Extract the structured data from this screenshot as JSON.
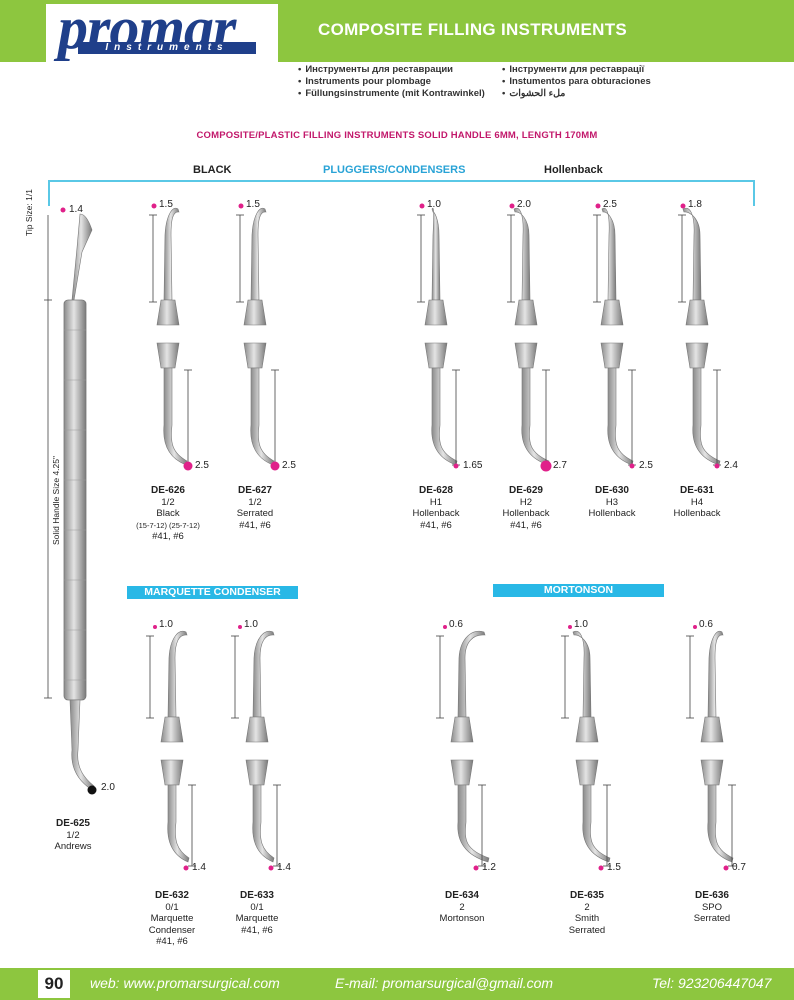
{
  "header": {
    "logo_main": "promar",
    "logo_sub": "Instruments",
    "title": "COMPOSITE FILLING INSTRUMENTS"
  },
  "languages": [
    "Инструменты для реставрации",
    "Instruments pour plombage",
    "Füllungsinstrumente (mit Kontrawinkel)",
    "Інструменти для реставрації",
    "Instumentos para obturaciones",
    "ملء الحشوات"
  ],
  "subtitle": "COMPOSITE/PLASTIC FILLING INSTRUMENTS SOLID HANDLE 6MM, LENGTH 170MM",
  "sections": {
    "black": "BLACK",
    "pluggers": "PLUGGERS/CONDENSERS",
    "hollenback": "Hollenback",
    "marquette": "MARQUETTE CONDENSER",
    "mortonson": "MORTONSON"
  },
  "handle": {
    "tip_size": "Tip Size: 1/1",
    "handle_size": "Solid Handle Size 4.25\"",
    "top_measure": "1.4",
    "bottom_measure": "2.0",
    "code": "DE-625",
    "size": "1/2",
    "name": "Andrews"
  },
  "instruments_row1": [
    {
      "code": "DE-626",
      "size": "1/2",
      "name": "Black",
      "extra": "(15-7-12) (25-7-12)",
      "tips": "#41, #6",
      "top": "1.5",
      "bottom": "2.5"
    },
    {
      "code": "DE-627",
      "size": "1/2",
      "name": "Serrated",
      "extra": "",
      "tips": "#41, #6",
      "top": "1.5",
      "bottom": "2.5"
    },
    {
      "code": "DE-628",
      "size": "H1",
      "name": "Hollenback",
      "extra": "",
      "tips": "#41, #6",
      "top": "1.0",
      "bottom": "1.65"
    },
    {
      "code": "DE-629",
      "size": "H2",
      "name": "Hollenback",
      "extra": "",
      "tips": "#41, #6",
      "top": "2.0",
      "bottom": "2.7"
    },
    {
      "code": "DE-630",
      "size": "H3",
      "name": "Hollenback",
      "extra": "",
      "tips": "",
      "top": "2.5",
      "bottom": "2.5"
    },
    {
      "code": "DE-631",
      "size": "H4",
      "name": "Hollenback",
      "extra": "",
      "tips": "",
      "top": "1.8",
      "bottom": "2.4"
    }
  ],
  "instruments_row2": [
    {
      "code": "DE-632",
      "size": "0/1",
      "name": "Marquette",
      "extra": "Condenser",
      "tips": "#41, #6",
      "top": "1.0",
      "bottom": "1.4"
    },
    {
      "code": "DE-633",
      "size": "0/1",
      "name": "Marquette",
      "extra": "",
      "tips": "#41, #6",
      "top": "1.0",
      "bottom": "1.4"
    },
    {
      "code": "DE-634",
      "size": "2",
      "name": "Mortonson",
      "extra": "",
      "tips": "",
      "top": "0.6",
      "bottom": "1.2"
    },
    {
      "code": "DE-635",
      "size": "2",
      "name": "Smith",
      "extra": "Serrated",
      "tips": "",
      "top": "1.0",
      "bottom": "1.5"
    },
    {
      "code": "DE-636",
      "size": "SPO",
      "name": "Serrated",
      "extra": "",
      "tips": "",
      "top": "0.6",
      "bottom": "0.7"
    }
  ],
  "footer": {
    "page": "90",
    "web": "web: www.promarsurgical.com",
    "email": "E-mail: promarsurgical@gmail.com",
    "tel": "Tel: 923206447047"
  },
  "colors": {
    "green": "#8dc63f",
    "blue": "#29b8e6",
    "magenta": "#e0218a",
    "navy": "#1f3f8a"
  }
}
